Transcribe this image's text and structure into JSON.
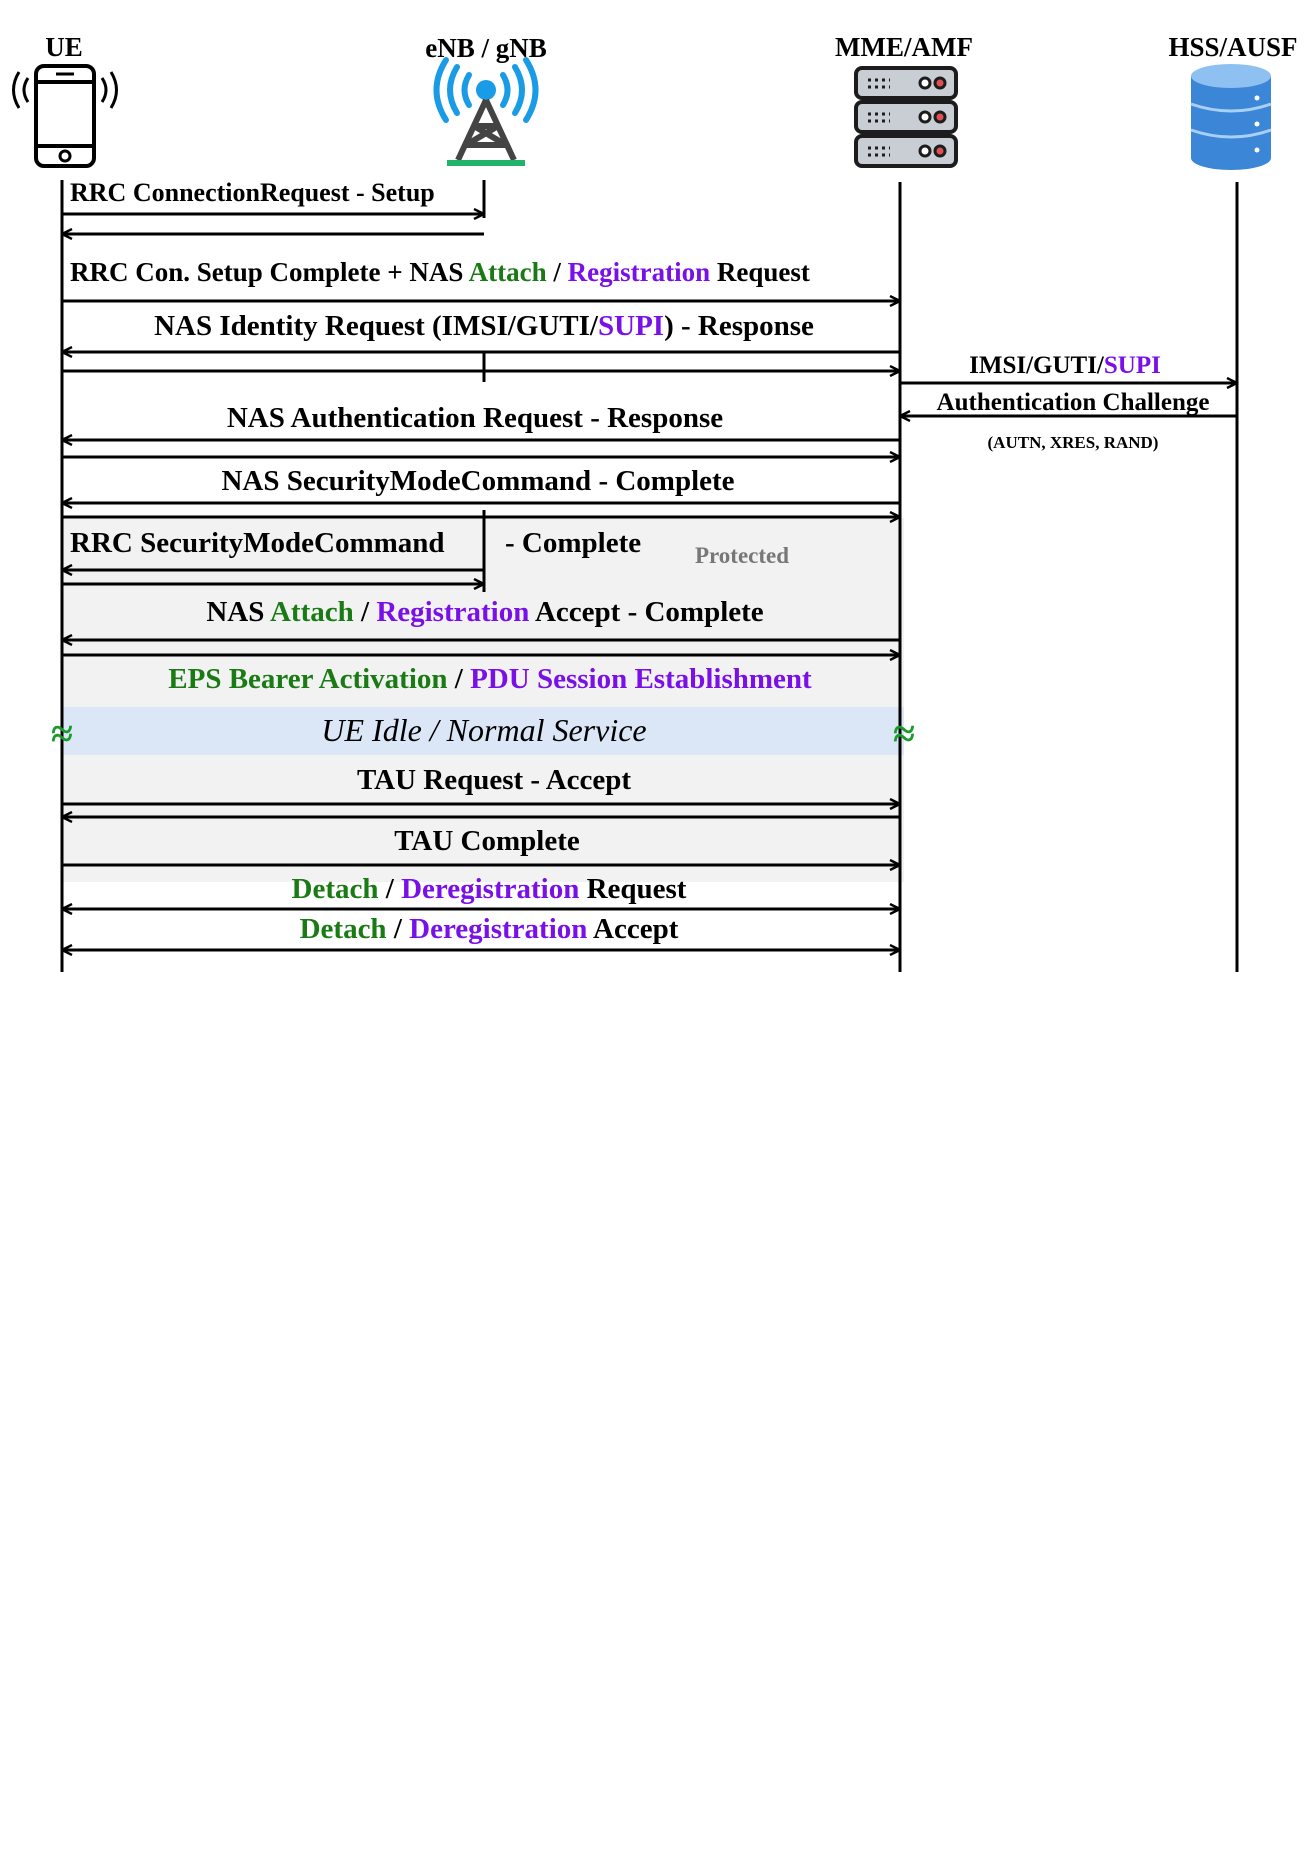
{
  "colors": {
    "green": "#1a7a14",
    "purple": "#7a10e8",
    "black": "#000000",
    "gray": "#777777",
    "protected_fill": "#f2f2f2",
    "idle_fill": "#dbe7f7",
    "tower_blue": "#1a9be6",
    "db_blue": "#3b86d6"
  },
  "icons": {
    "ue": "smartphone-icon",
    "enb": "cell-tower-icon",
    "mme": "server-rack-icon",
    "hss": "database-icon"
  },
  "entities": {
    "ue": "UE",
    "enb": "eNB / gNB",
    "mme": "MME/AMF",
    "hss": "HSS/AUSF"
  },
  "messages": {
    "rrc_conn": "RRC ConnectionRequest - Setup",
    "rrc_setup_complete": [
      {
        "t": "RRC Con. Setup Complete + NAS ",
        "c": "black"
      },
      {
        "t": "Attach",
        "c": "green"
      },
      {
        "t": " / ",
        "c": "black"
      },
      {
        "t": "Registration",
        "c": "purple"
      },
      {
        "t": " Request",
        "c": "black"
      }
    ],
    "nas_identity": [
      {
        "t": "NAS Identity Request (IMSI/GUTI/",
        "c": "black"
      },
      {
        "t": "SUPI",
        "c": "purple"
      },
      {
        "t": ") - Response",
        "c": "black"
      }
    ],
    "hss_id": [
      {
        "t": "IMSI/GUTI/",
        "c": "black"
      },
      {
        "t": "SUPI",
        "c": "purple"
      }
    ],
    "auth_challenge": "Authentication Challenge",
    "auth_params": "(AUTN, XRES, RAND)",
    "nas_auth": "NAS Authentication Request - Response",
    "nas_smc": "NAS SecurityModeCommand - Complete",
    "rrc_smc": "RRC SecurityModeCommand",
    "rrc_smc_complete": "- Complete",
    "protected": "Protected",
    "nas_accept": [
      {
        "t": "NAS ",
        "c": "black"
      },
      {
        "t": "Attach",
        "c": "green"
      },
      {
        "t": " / ",
        "c": "black"
      },
      {
        "t": "Registration",
        "c": "purple"
      },
      {
        "t": " Accept - Complete",
        "c": "black"
      }
    ],
    "bearer": [
      {
        "t": "EPS Bearer Activation",
        "c": "green"
      },
      {
        "t": " / ",
        "c": "black"
      },
      {
        "t": "PDU Session Establishment",
        "c": "purple"
      }
    ],
    "idle": "UE Idle / Normal Service",
    "idle_mark": "≈",
    "tau_req": "TAU Request - Accept",
    "tau_complete": "TAU Complete",
    "detach_req": [
      {
        "t": "Detach",
        "c": "green"
      },
      {
        "t": " / ",
        "c": "black"
      },
      {
        "t": "Deregistration",
        "c": "purple"
      },
      {
        "t": " Request",
        "c": "black"
      }
    ],
    "detach_acc": [
      {
        "t": "Detach",
        "c": "green"
      },
      {
        "t": " / ",
        "c": "black"
      },
      {
        "t": "Deregistration",
        "c": "purple"
      },
      {
        "t": " Accept",
        "c": "black"
      }
    ]
  }
}
